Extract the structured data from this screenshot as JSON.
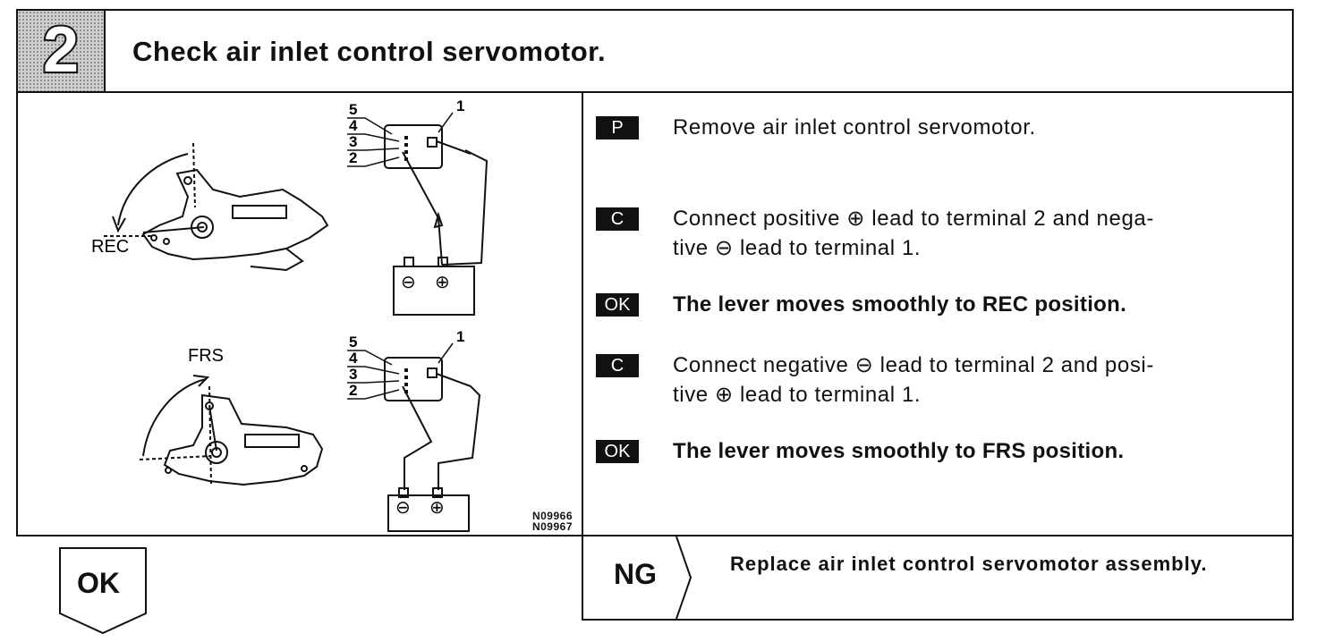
{
  "step": {
    "number": "2",
    "title": "Check air inlet control servomotor."
  },
  "figure": {
    "rec_label": "REC",
    "frs_label": "FRS",
    "terminals": [
      "5",
      "4",
      "3",
      "2",
      "1"
    ],
    "battery_neg": "⊖",
    "battery_pos": "⊕",
    "codes": [
      "N09966",
      "N09967"
    ]
  },
  "instructions": [
    {
      "badge": "P",
      "text": "Remove air inlet control servomotor.",
      "bold": false
    },
    {
      "badge": "C",
      "text": "Connect positive ⊕ lead to terminal 2 and nega-tive ⊖ lead to terminal 1.",
      "line1": "Connect positive ⊕ lead to terminal 2 and nega-",
      "line2": "tive ⊖ lead to terminal 1.",
      "bold": false
    },
    {
      "badge": "OK",
      "text": "The lever moves smoothly to REC position.",
      "bold": true
    },
    {
      "badge": "C",
      "text": "Connect negative ⊖ lead to terminal 2 and posi-tive ⊕ lead to terminal 1.",
      "line1": "Connect negative ⊖ lead to terminal 2 and posi-",
      "line2": "tive ⊕ lead to terminal 1.",
      "bold": false
    },
    {
      "badge": "OK",
      "text": "The lever moves smoothly to FRS position.",
      "bold": true
    }
  ],
  "ok_result": "OK",
  "ng_result": {
    "label": "NG",
    "text": "Replace air inlet control servomotor assembly."
  }
}
